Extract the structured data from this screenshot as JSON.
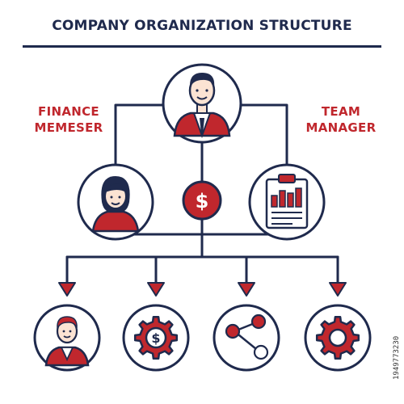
{
  "title": "COMPANY ORGANIZATION STRUCTURE",
  "labels": {
    "left_line1": "FINANCE",
    "left_line2": "MEMESER",
    "right_line1": "TEAM",
    "right_line2": "MANAGER"
  },
  "nodes": {
    "top": "ceo-avatar",
    "mid_left": "female-employee-avatar",
    "mid_center": "dollar-coin",
    "mid_right": "report-clipboard",
    "bottom": [
      "male-employee-avatar",
      "dollar-gear",
      "network-share",
      "gear"
    ]
  },
  "watermark": "1949773230",
  "colors": {
    "navy": "#1f2a4d",
    "red": "#c0272d",
    "skin": "#fbe3d3",
    "white": "#ffffff"
  }
}
